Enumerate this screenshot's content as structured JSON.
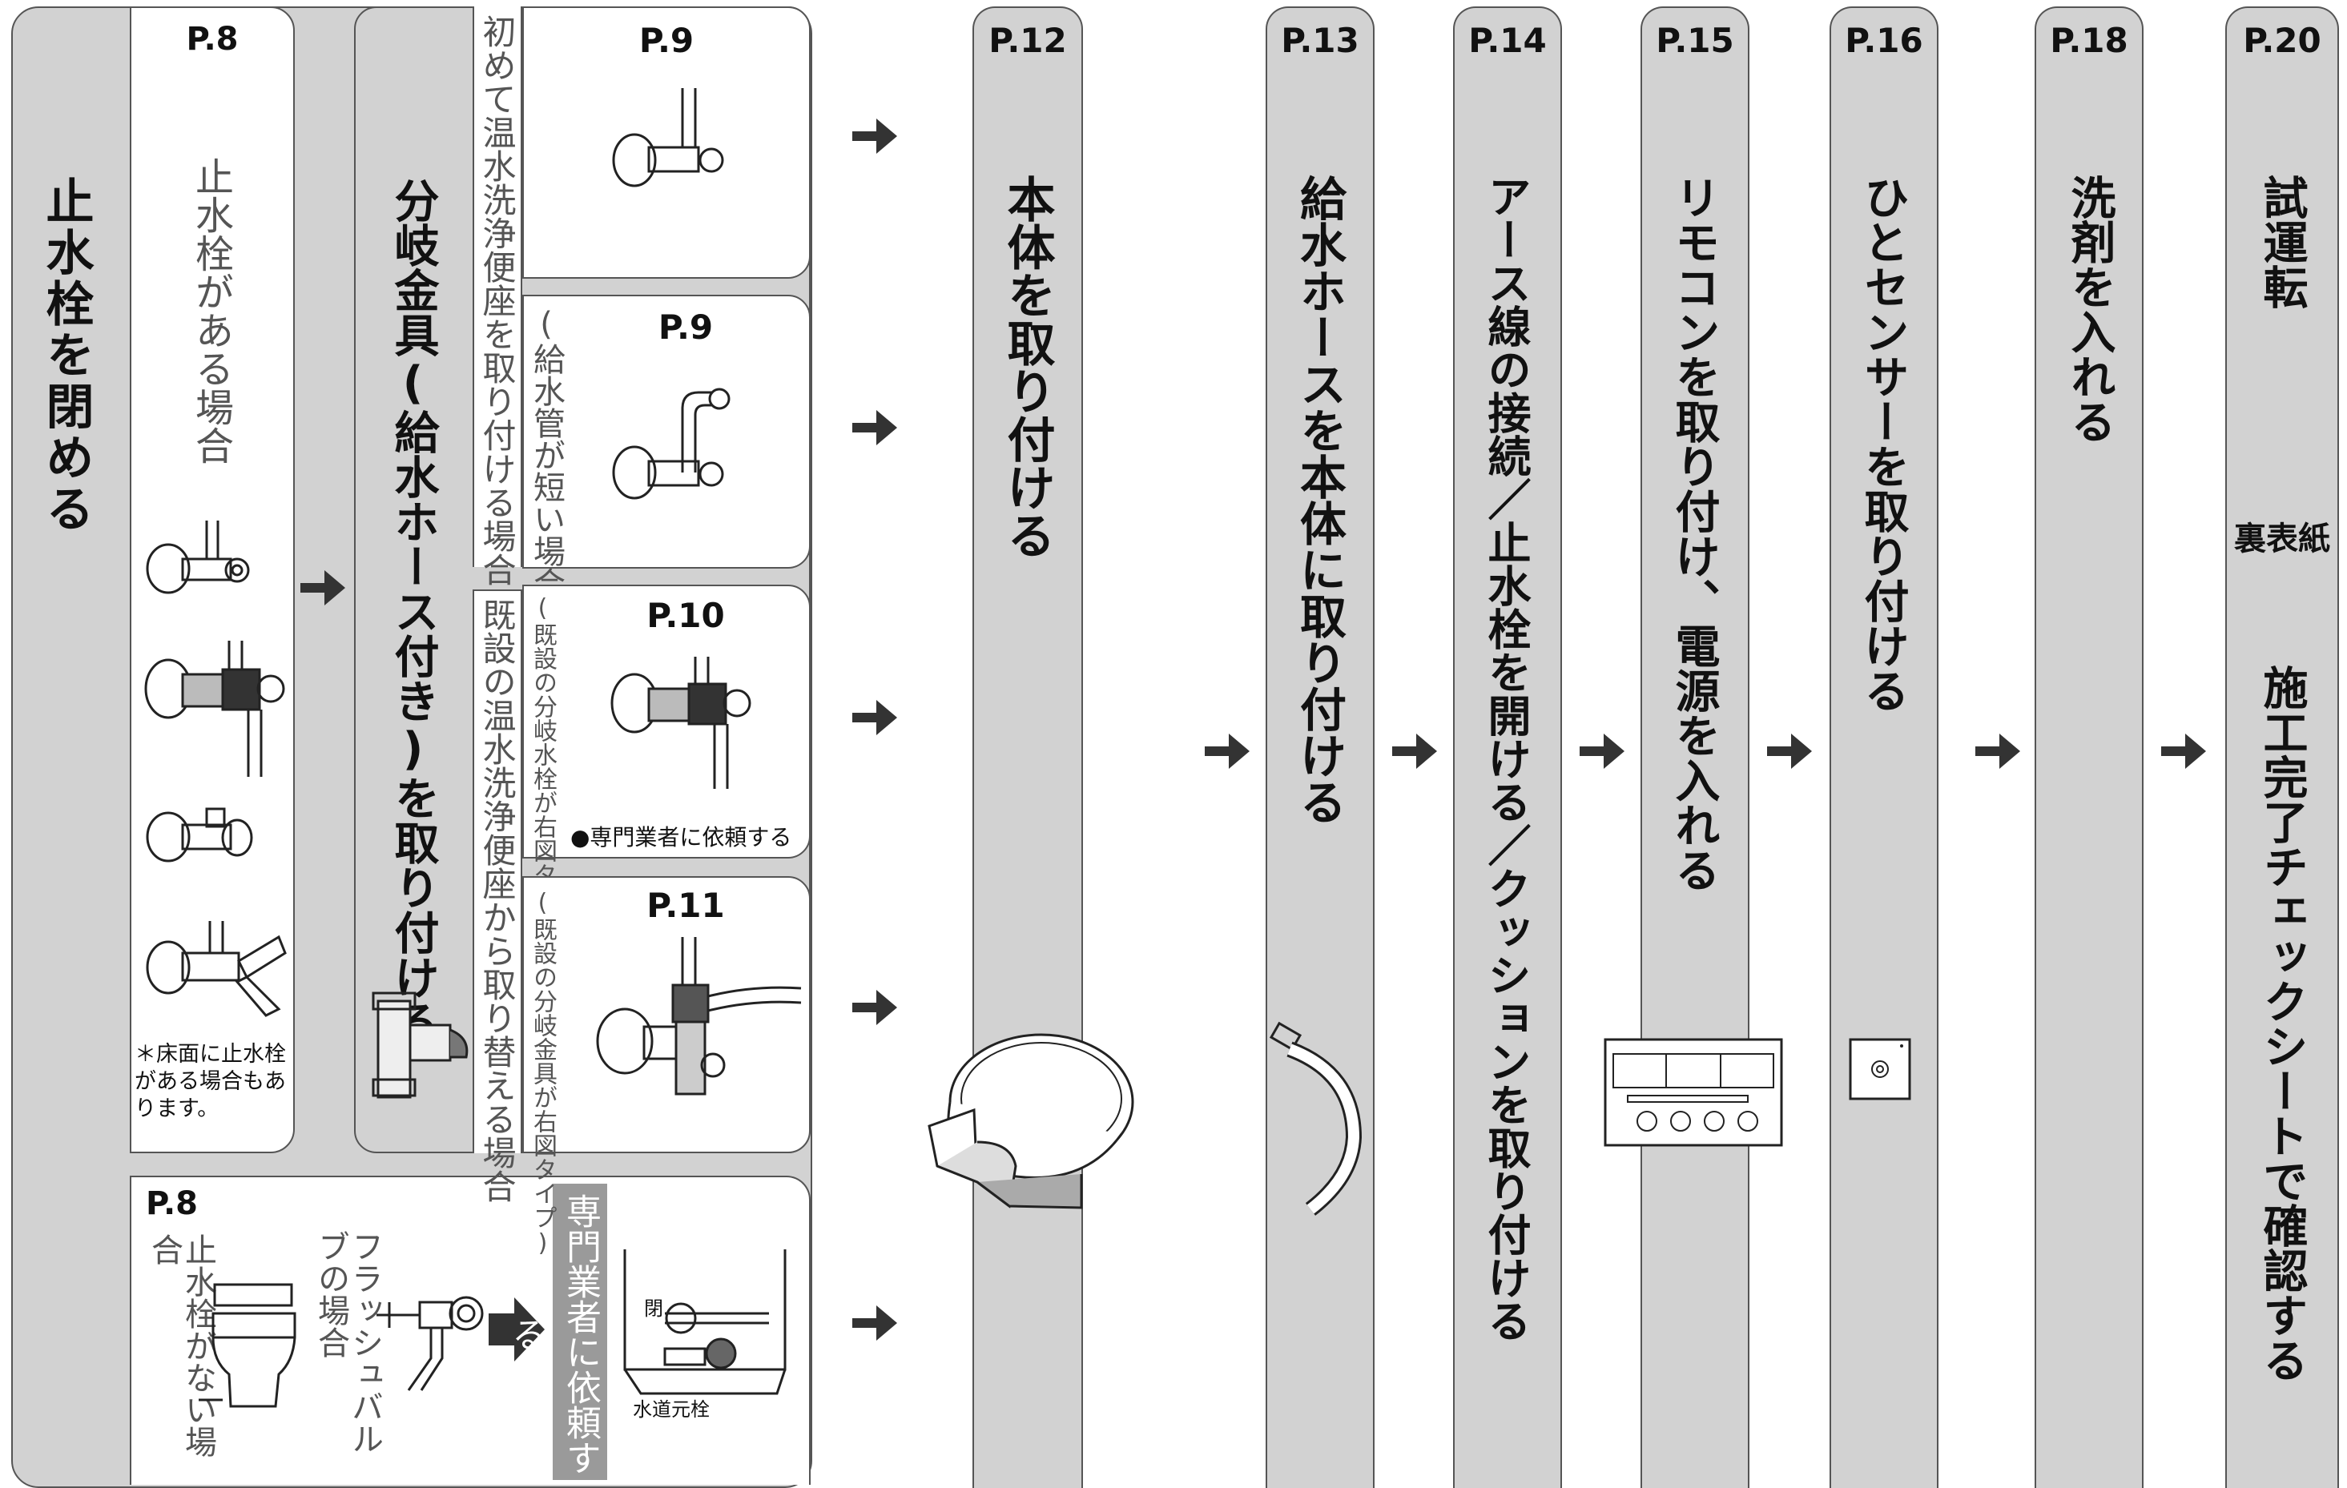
{
  "steps": {
    "step1": {
      "label": "止水栓を閉める"
    },
    "step1_yes": {
      "page": "P.8",
      "label": "止水栓がある場合",
      "note_mark": "＊",
      "note": "床面に止水栓がある場合もあります。"
    },
    "step1_no": {
      "page": "P.8",
      "label": "止水栓がない場合",
      "flush_label": "フラッシュバルブの場合",
      "contractor_label": "専門業者に依頼する",
      "close_label": "閉",
      "main_valve_label": "水道元栓"
    },
    "step2": {
      "label": "分岐金具(給水ホース付き)を取り付ける"
    },
    "step2_new": {
      "label": "初めて温水洗浄便座を取り付ける場合"
    },
    "step2_replace": {
      "label": "既設の温水洗浄便座から取り替える場合"
    },
    "sub_a": {
      "page": "P.9"
    },
    "sub_b": {
      "page": "P.9",
      "label": "(給水管が短い場合)"
    },
    "sub_c": {
      "page": "P.10",
      "label": "(既設の分岐水栓が右図タイプ)",
      "note": "●専門業者に依頼する"
    },
    "sub_d": {
      "page": "P.11",
      "label": "(既設の分岐金具が右図タイプ)"
    },
    "step3": {
      "page": "P.12",
      "label": "本体を取り付ける"
    },
    "step4": {
      "page": "P.13",
      "label": "給水ホースを本体に取り付ける"
    },
    "step5": {
      "page": "P.14",
      "label": "アース線の接続／止水栓を開ける／クッションを取り付ける"
    },
    "step6": {
      "page": "P.15",
      "label": "リモコンを取り付け、電源を入れる"
    },
    "step7": {
      "page": "P.16",
      "label": "ひとセンサーを取り付ける"
    },
    "step8": {
      "page": "P.18",
      "label": "洗剤を入れる"
    },
    "step9": {
      "page": "P.20",
      "label": "試運転",
      "back_cover": "裏表紙",
      "check_label": "施工完了チェックシートで確認する"
    }
  },
  "colors": {
    "panel_gray": "#d2d2d2",
    "border": "#555555",
    "arrow": "#333333",
    "contractor_bg": "#9a9a9a"
  },
  "icons": [
    "stop-valve-icon",
    "branch-fitting-icon",
    "toilet-seat-icon",
    "supply-hose-icon",
    "remote-control-icon",
    "human-sensor-icon",
    "flush-valve-icon",
    "water-main-icon"
  ]
}
